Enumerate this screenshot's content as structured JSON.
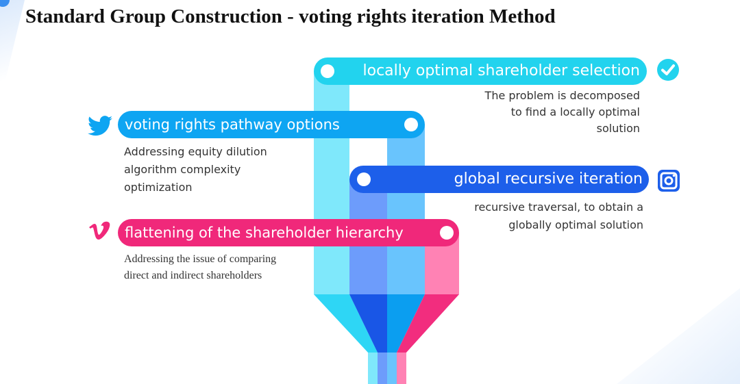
{
  "title": "Standard Group Construction -  voting rights iteration Method",
  "steps": [
    {
      "label": "locally optimal shareholder selection",
      "description": [
        "The problem is decomposed",
        "to find a locally optimal",
        "solution"
      ],
      "icon": "check-circle-icon",
      "color": "#22d3ee"
    },
    {
      "label": "voting rights pathway options",
      "description": [
        "Addressing equity dilution",
        "algorithm complexity",
        "optimization"
      ],
      "icon": "twitter-icon",
      "color": "#0ea5f2"
    },
    {
      "label": "global recursive iteration",
      "description": [
        "recursive traversal, to obtain a",
        "globally optimal solution"
      ],
      "icon": "instagram-icon",
      "color": "#1d5fea"
    },
    {
      "label": "flattening of the shareholder hierarchy",
      "description": [
        "Addressing the issue of comparing",
        "direct and indirect shareholders"
      ],
      "icon": "vimeo-icon",
      "color": "#f0287a"
    }
  ]
}
